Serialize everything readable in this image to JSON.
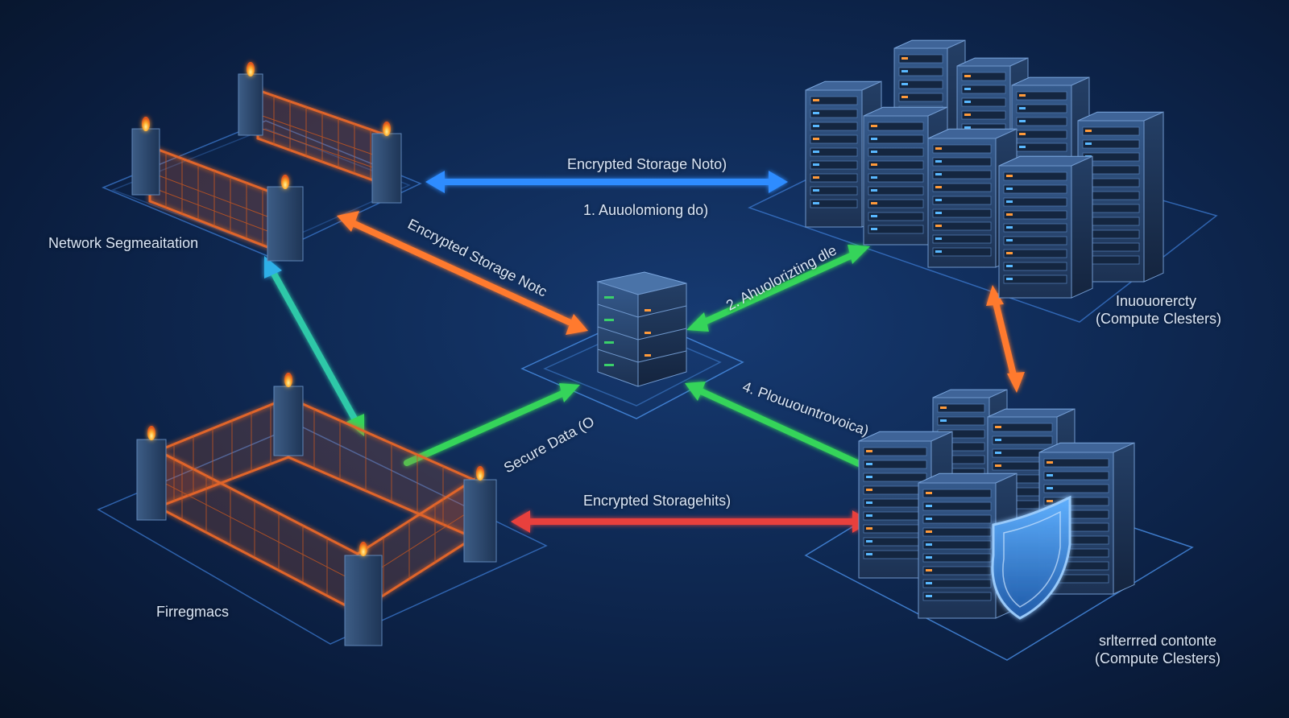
{
  "labels": {
    "network_segmentation": "Network Segmeaitation",
    "firewall": "Firregmacs",
    "top_arrow": "Encrypted Storage Noto)",
    "top_arrow_step": "1. Auuolomiong do)",
    "diag_orange": "Encrypted Storage Notc",
    "diag_green_upper": "2. Ahuolorizting dle",
    "diag_green_lower": "4. Plouuountrovoica)",
    "secure_data": "Secure Data (O",
    "bottom_arrow": "Encrypted Storagehits)",
    "top_cluster_line1": "Inuouorercty",
    "top_cluster_line2": "(Compute Clesters)",
    "bottom_cluster_line1": "srlterrred contonte",
    "bottom_cluster_line2": "(Compute Clesters)"
  },
  "colors": {
    "arrow_blue": "#2f8cff",
    "arrow_orange": "#ff7a2e",
    "arrow_green": "#35d45a",
    "arrow_red": "#e8403c",
    "fence": "#e0652a",
    "server_body": "#2a4a78",
    "shield": "#3a8ff0"
  },
  "icons": [
    "firewall-fence-icon",
    "server-rack-icon",
    "shield-icon",
    "flame-icon"
  ]
}
